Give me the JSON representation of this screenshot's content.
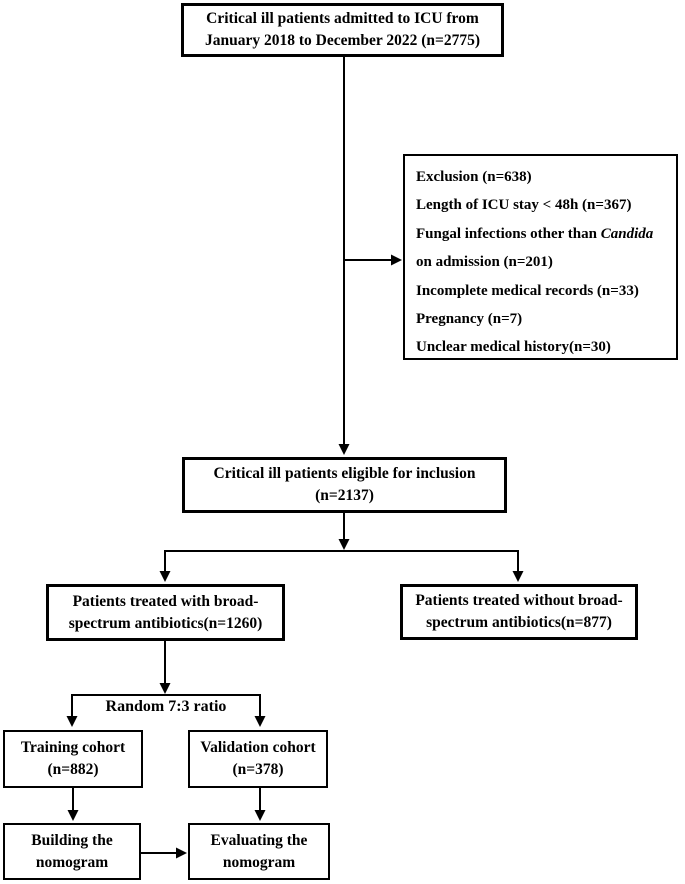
{
  "page": {
    "background": "#ffffff",
    "ink": "#000000"
  },
  "boxes": {
    "admitted": {
      "line1": "Critical ill patients admitted to ICU from",
      "line2": "January 2018 to December 2022 (n=2775)"
    },
    "exclusion": {
      "l1": "Exclusion (n=638)",
      "l2": "Length of ICU stay < 48h (n=367)",
      "l3_prefix": "Fungal infections other than ",
      "l3_italic": "Candida",
      "l4": "on admission (n=201)",
      "l5": "Incomplete medical records (n=33)",
      "l6": "Pregnancy (n=7)",
      "l7": "Unclear medical history(n=30)"
    },
    "eligible": {
      "line1": "Critical ill patients eligible for inclusion",
      "line2": "(n=2137)"
    },
    "with_broad": {
      "line1": "Patients treated with broad-",
      "line2": "spectrum antibiotics(n=1260)"
    },
    "without_broad": {
      "line1": "Patients treated without broad-",
      "line2": "spectrum antibiotics(n=877)"
    },
    "training": {
      "line1": "Training cohort",
      "line2": "(n=882)"
    },
    "validation": {
      "line1": "Validation cohort",
      "line2": "(n=378)"
    },
    "building": {
      "line1": "Building the",
      "line2": "nomogram"
    },
    "evaluating": {
      "line1": "Evaluating the",
      "line2": "nomogram"
    }
  },
  "labels": {
    "random_ratio": "Random 7:3 ratio"
  }
}
